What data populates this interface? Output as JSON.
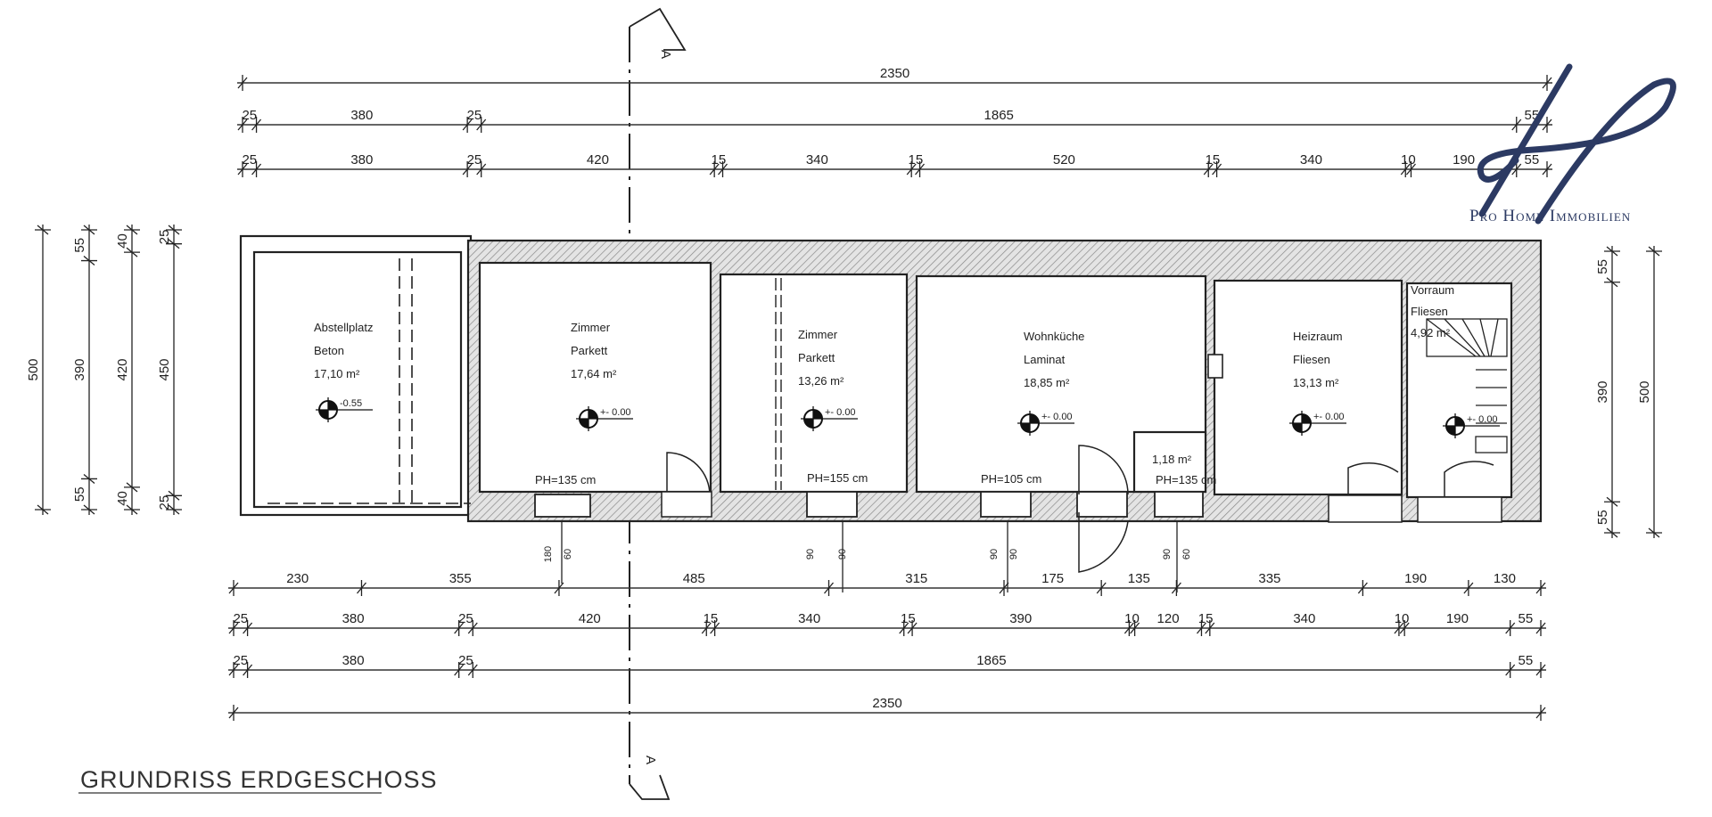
{
  "plan": {
    "title": "GRUNDRISS ERDGESCHOSS",
    "section_label": "A",
    "logo": {
      "text": "Pro Home Immobilien",
      "monogram": "HP",
      "color": "#2c3a63"
    },
    "rooms": [
      {
        "name": "Abstellplatz",
        "floor": "Beton",
        "area": "17,10 m²",
        "level": "-0.55"
      },
      {
        "name": "Zimmer",
        "floor": "Parkett",
        "area": "17,64 m²",
        "level": "+- 0.00",
        "ph": "PH=135 cm"
      },
      {
        "name": "Zimmer",
        "floor": "Parkett",
        "area": "13,26 m²",
        "level": "+- 0.00",
        "ph": "PH=155 cm"
      },
      {
        "name": "Wohnküche",
        "floor": "Laminat",
        "area": "18,85 m²",
        "level": "+- 0.00",
        "ph": "PH=105 cm"
      },
      {
        "name": "Heizraum",
        "floor": "Fliesen",
        "area": "13,13 m²",
        "level": "+- 0.00"
      },
      {
        "name": "Vorraum",
        "floor": "Fliesen",
        "area": "4,92 m²",
        "level": "+- 0.00"
      }
    ],
    "wc": {
      "area": "1,18 m²",
      "ph": "PH=135 cm"
    },
    "window_labels": [
      "180",
      "60",
      "90",
      "90",
      "90",
      "90",
      "90",
      "60"
    ]
  },
  "dimensions": {
    "top": [
      [
        "2350"
      ],
      [
        "25",
        "380",
        "25",
        "1865",
        "55"
      ],
      [
        "25",
        "380",
        "25",
        "420",
        "15",
        "340",
        "15",
        "520",
        "15",
        "340",
        "10",
        "190",
        "55"
      ]
    ],
    "bottom": [
      [
        "230",
        "355",
        "485",
        "315",
        "175",
        "135",
        "335",
        "190",
        "130"
      ],
      [
        "25",
        "380",
        "25",
        "420",
        "15",
        "340",
        "15",
        "390",
        "10",
        "120",
        "15",
        "340",
        "10",
        "190",
        "55"
      ],
      [
        "25",
        "380",
        "25",
        "1865",
        "55"
      ],
      [
        "2350"
      ]
    ],
    "left": [
      [
        "500"
      ],
      [
        "55",
        "390",
        "55"
      ],
      [
        "40",
        "420",
        "40"
      ],
      [
        "25",
        "450",
        "25"
      ]
    ],
    "right": [
      [
        "55",
        "390",
        "55"
      ],
      [
        "500"
      ]
    ]
  }
}
